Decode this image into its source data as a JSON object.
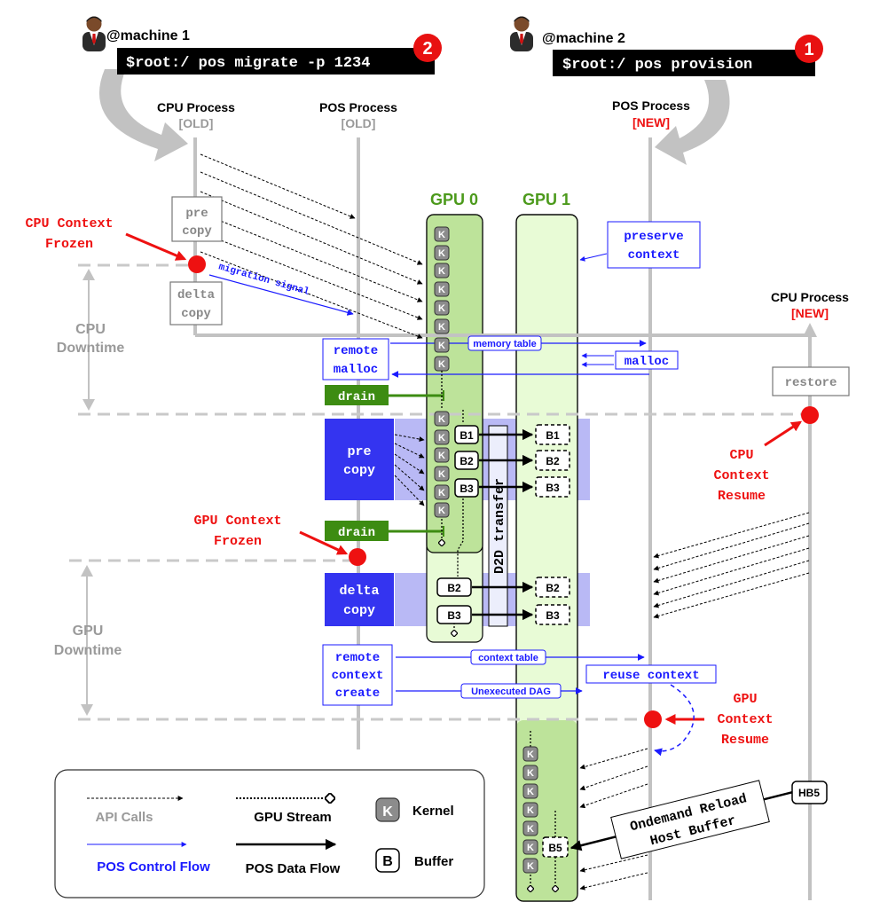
{
  "machines": {
    "m1": {
      "name": "@machine 1",
      "command": "$root:/ pos migrate -p 1234",
      "step": "2"
    },
    "m2": {
      "name": "@machine 2",
      "command": "$root:/ pos provision",
      "step": "1"
    }
  },
  "processes": {
    "cpu_old": {
      "title": "CPU Process",
      "tag": "[OLD]"
    },
    "pos_old": {
      "title": "POS Process",
      "tag": "[OLD]"
    },
    "pos_new": {
      "title": "POS Process",
      "tag": "[NEW]"
    },
    "cpu_new": {
      "title": "CPU Process",
      "tag": "[NEW]"
    }
  },
  "gpus": {
    "gpu0": "GPU 0",
    "gpu1": "GPU 1"
  },
  "boxes": {
    "precopy_cpu": [
      "pre",
      "copy"
    ],
    "delta_cpu": [
      "delta",
      "copy"
    ],
    "preserve": [
      "preserve",
      "context"
    ],
    "remote_malloc": [
      "remote",
      "malloc"
    ],
    "malloc": "malloc",
    "restore": "restore",
    "drain": "drain",
    "precopy_gpu": [
      "pre",
      "copy"
    ],
    "delta_gpu": [
      "delta",
      "copy"
    ],
    "remote_ctx": [
      "remote",
      "context",
      "create"
    ],
    "reuse": "reuse context",
    "d2d": "D2D transfer",
    "hb5": "HB5",
    "ondemand": [
      "Ondemand Reload",
      "Host Buffer"
    ]
  },
  "annotations": {
    "cpu_frozen": [
      "CPU Context",
      "Frozen"
    ],
    "cpu_resume": [
      "CPU",
      "Context",
      "Resume"
    ],
    "gpu_frozen": [
      "GPU Context",
      "Frozen"
    ],
    "gpu_resume": [
      "GPU",
      "Context",
      "Resume"
    ],
    "cpu_downtime": [
      "CPU",
      "Downtime"
    ],
    "gpu_downtime": [
      "GPU",
      "Downtime"
    ],
    "migration_signal": "migration signal"
  },
  "flow_labels": {
    "memory_table": "memory table",
    "context_table": "context table",
    "unexecuted_dag": "Unexecuted DAG"
  },
  "kernel_glyph": "K",
  "buffers": {
    "b1": "B1",
    "b2": "B2",
    "b3": "B3",
    "b5": "B5"
  },
  "legend": {
    "api_calls": "API Calls",
    "gpu_stream": "GPU Stream",
    "kernel": "Kernel",
    "kernel_glyph": "K",
    "control_flow": "POS Control Flow",
    "data_flow": "POS Data Flow",
    "buffer": "Buffer",
    "buffer_glyph": "B"
  },
  "colors": {
    "blue": "#1a1aff",
    "red": "#ee1111",
    "green_label": "#4c9a1c",
    "drain_green": "#3d8c12",
    "gpu0_fill": "#bde39a",
    "gpu1_fill": "#e8fbd6",
    "copy_fill": "#3434f0",
    "lane_fill": "#b9b9f5",
    "gray_line": "#c2c2c2",
    "gray_text": "#9a9a9a"
  }
}
